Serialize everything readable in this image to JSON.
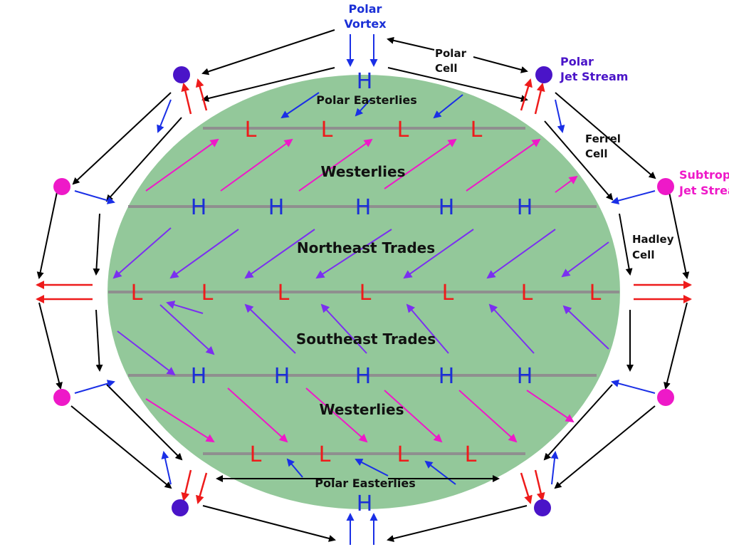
{
  "colors": {
    "planet": "#93c89a",
    "band": "#8f8f8f",
    "high": "#1a2fd6",
    "low": "#ee1b1b",
    "polar_wind": "#1a2fe6",
    "westerly_wind": "#ee19c8",
    "trade_wind": "#7b2ff0",
    "cell_arrow": "#000000",
    "polar_jet": "#4a14c8",
    "subtropical_jet": "#ee19c8"
  },
  "labels": {
    "polar_vortex": "Polar\nVortex",
    "polar_cell": "Polar\nCell",
    "polar_jet_stream": "Polar\nJet Stream",
    "ferrel_cell": "Ferrel\nCell",
    "subtropical_jet_stream": "Subtropical\nJet Stream",
    "hadley_cell": "Hadley\nCell",
    "polar_easterlies_north": "Polar Easterlies",
    "westerlies_north": "Westerlies",
    "northeast_trades": "Northeast Trades",
    "southeast_trades": "Southeast Trades",
    "westerlies_south": "Westerlies",
    "polar_easterlies_south": "Polar Easterlies"
  },
  "pressure_symbols": {
    "high": "H",
    "low": "L",
    "north_polar_high_count": 1,
    "north_subpolar_low_count": 4,
    "north_subtropical_high_count": 5,
    "equatorial_low_count": 7,
    "south_subtropical_high_count": 5,
    "south_subpolar_low_count": 4,
    "south_polar_high_count": 1
  }
}
